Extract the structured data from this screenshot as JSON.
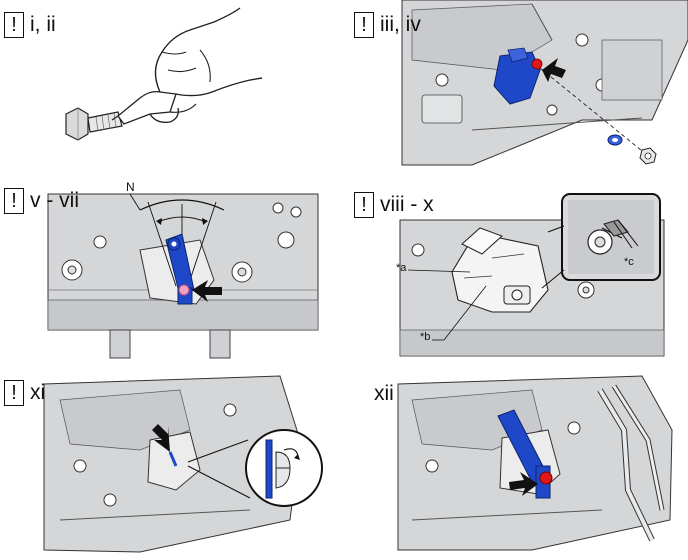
{
  "panels": [
    {
      "id": "p1",
      "step": "i, ii",
      "warning": "!"
    },
    {
      "id": "p2",
      "step": "iii, iv",
      "warning": "!"
    },
    {
      "id": "p3",
      "step": "v - vii",
      "warning": "!",
      "annotation": "N"
    },
    {
      "id": "p4",
      "step": "viii - x",
      "warning": "!",
      "callouts": [
        "*a",
        "*b",
        "*c"
      ]
    },
    {
      "id": "p5",
      "step": "xi",
      "warning": "!"
    },
    {
      "id": "p6",
      "step": "xii"
    }
  ],
  "colors": {
    "part_blue": "#1f48c8",
    "highlight_red": "#e01818",
    "highlight_pink": "#f0a0c0",
    "casting_gray": "#d4d6d8",
    "casting_shade": "#bfc2c5",
    "line_dark": "#222222"
  },
  "icons": [
    "warning-box",
    "arrow-icon",
    "magnifier-inset",
    "bolt-icon",
    "lock-washer-icon",
    "nut-icon"
  ]
}
